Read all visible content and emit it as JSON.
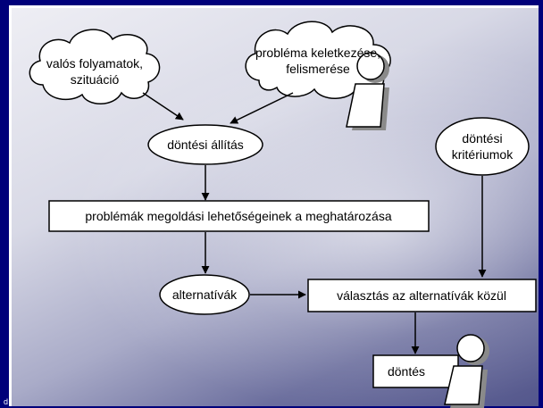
{
  "nodes": {
    "cloud_situation": "valós folyamatok,\nszituáció",
    "cloud_problem": "probléma keletkezése,\nfelismerése",
    "decision_statement": "döntési állítás",
    "criteria": "döntési\nkritériumok",
    "solution_options": "problémák megoldási lehetőségeinek a meghatározása",
    "alternatives": "alternatívák",
    "choice": "választás az alternatívák közül",
    "decision": "döntés"
  },
  "corner_mark": "d",
  "colors": {
    "frame": "#00007a",
    "node_fill": "#ffffff",
    "stroke": "#000000",
    "figure_shadow": "#8a8a8a"
  },
  "icons": [
    "person-icon",
    "person-icon"
  ]
}
